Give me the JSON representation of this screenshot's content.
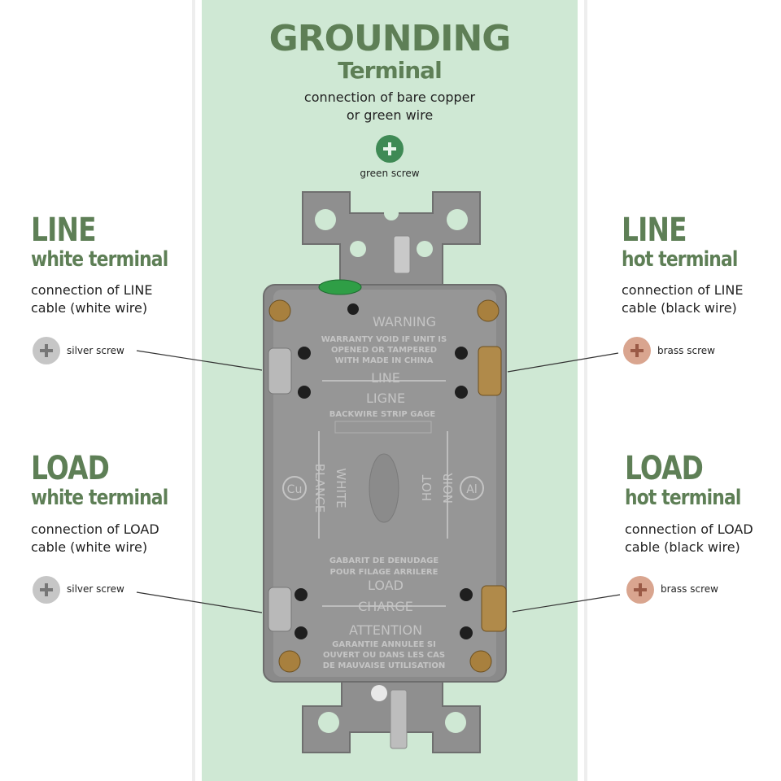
{
  "grounding": {
    "title": "GROUNDING",
    "subtitle": "Terminal",
    "desc1": "connection of bare copper",
    "desc2": "or green wire",
    "screw_label": "green screw"
  },
  "line_white": {
    "title": "LINE",
    "subtitle": "white terminal",
    "desc1": "connection of LINE",
    "desc2": "cable (white wire)",
    "screw_label": "silver screw"
  },
  "line_hot": {
    "title": "LINE",
    "subtitle": "hot terminal",
    "desc1": "connection of LINE",
    "desc2": "cable (black wire)",
    "screw_label": "brass screw"
  },
  "load_white": {
    "title": "LOAD",
    "subtitle": "white terminal",
    "desc1": "connection of LOAD",
    "desc2": "cable (white wire)",
    "screw_label": "silver screw"
  },
  "load_hot": {
    "title": "LOAD",
    "subtitle": "hot terminal",
    "desc1": "connection of LOAD",
    "desc2": "cable (black wire)",
    "screw_label": "brass screw"
  },
  "device": {
    "warning": "WARNING",
    "warranty1": "WARRANTY VOID IF UNIT IS",
    "warranty2": "OPENED OR TAMPERED",
    "warranty3": "WITH MADE IN CHINA",
    "line": "LINE",
    "ligne": "LIGNE",
    "backwire": "BACKWIRE STRIP GAGE",
    "white": "WHITE",
    "blance": "BLANCE",
    "hot": "HOT",
    "noir": "NOIR",
    "cu": "Cu",
    "al": "Al",
    "gabarit1": "GABARIT DE DENUDAGE",
    "gabarit2": "POUR FILAGE ARRILERE",
    "load": "LOAD",
    "charge": "CHARGE",
    "attention": "ATTENTION",
    "garantie1": "GARANTIE ANNULEE SI",
    "garantie2": "OUVERT OU DANS LES CAS",
    "garantie3": "DE MAUVAISE UTILISATION"
  },
  "colors": {
    "accent_green": "#5e7f56",
    "band": "#cfe8d4",
    "silver": "#c6c6c6",
    "brass": "#d9a58f",
    "green_screw": "#3f8a55"
  }
}
